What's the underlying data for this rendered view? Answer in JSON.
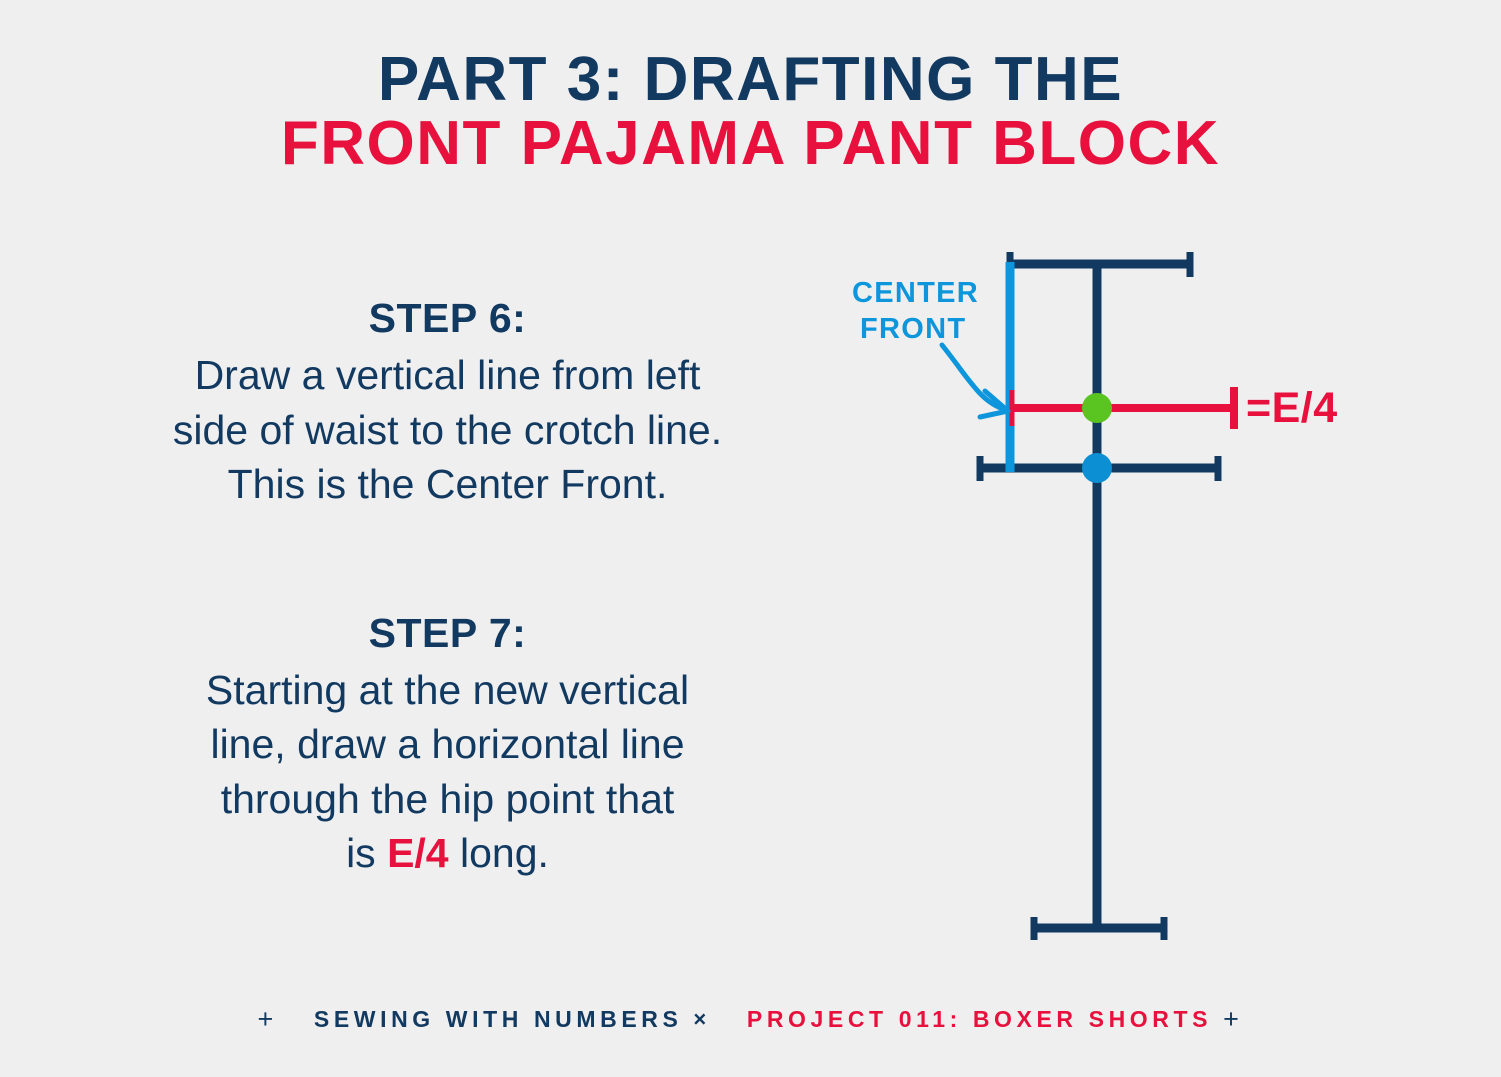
{
  "colors": {
    "background": "#f0eff0",
    "navy": "#123a61",
    "red": "#e8103c",
    "cyan": "#0d96dc",
    "green": "#5ac421",
    "blue_dot": "#0d8fd4"
  },
  "title": {
    "line1": "PART 3: DRAFTING THE",
    "line2": "FRONT PAJAMA PANT BLOCK"
  },
  "steps": [
    {
      "heading": "STEP 6:",
      "line1": "Draw a vertical line from left",
      "line2": "side of waist to the crotch line.",
      "line3": "This is the Center Front."
    },
    {
      "heading": "STEP 7:",
      "line1": "Starting at the new vertical",
      "line2": "line, draw a horizontal line",
      "line3": "through the hip point that",
      "line4_pre": "is ",
      "line4_em": "E/4",
      "line4_post": " long."
    }
  ],
  "diagram": {
    "center_front_label_line1": "CENTER",
    "center_front_label_line2": "FRONT",
    "measure_label": "=E/4"
  },
  "footer": {
    "plus_left": "+",
    "brand": "SEWING WITH NUMBERS",
    "separator": "×",
    "project": "PROJECT 011: BOXER SHORTS",
    "plus_right": "+"
  }
}
